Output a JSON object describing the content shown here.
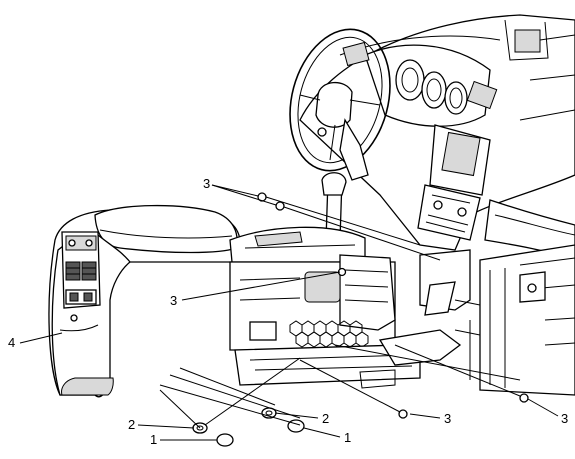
{
  "callouts": {
    "c1a": "1",
    "c1b": "1",
    "c2a": "2",
    "c2b": "2",
    "c3a": "3",
    "c3b": "3",
    "c3c": "3",
    "c3d": "3",
    "c4": "4"
  }
}
